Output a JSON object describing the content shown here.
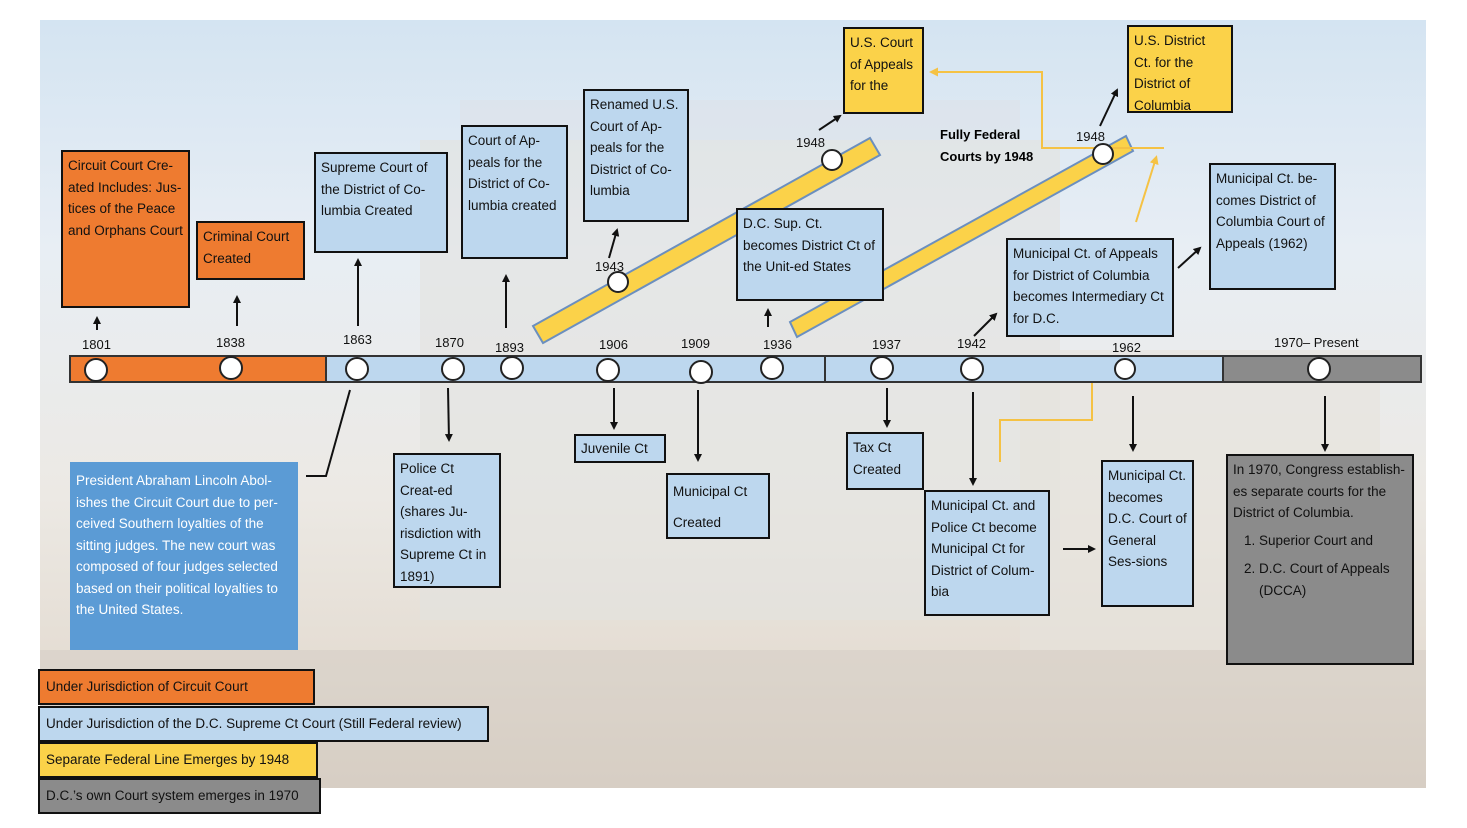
{
  "timeline": {
    "years": {
      "y1801": "1801",
      "y1838": "1838",
      "y1863": "1863",
      "y1870": "1870",
      "y1893": "1893",
      "y1906": "1906",
      "y1909": "1909",
      "y1936": "1936",
      "y1937": "1937",
      "y1942": "1942",
      "y1962": "1962",
      "y1970": "1970– Present",
      "y1943": "1943",
      "y1948a": "1948",
      "y1948b": "1948"
    }
  },
  "events": {
    "circuit_court": "Circuit Court Cre-ated Includes: Jus-tices of the Peace and Orphans Court",
    "criminal_court": "Criminal Court Created",
    "supreme_court": "Supreme Court of the District of Co-lumbia Created",
    "court_of_appeals": "Court of Ap-peals for the District of Co-lumbia created",
    "renamed": "Renamed U.S. Court of Ap-peals for the District of Co-lumbia",
    "us_court_appeals": "U.S. Court of Appeals for the",
    "us_district": "U.S. District Ct. for the District of Columbia",
    "dc_sup_ct": "D.C. Sup. Ct. becomes District Ct of the Unit-ed States",
    "muni_appeals_intermediary": "Municipal Ct. of Appeals for District of Columbia becomes Intermediary Ct for D.C.",
    "muni_dcca_1962": "Municipal Ct. be-comes District of Columbia Court of Appeals (1962)",
    "lincoln": "President Abraham Lincoln Abol-ishes the Circuit Court due to per-ceived Southern loyalties of the sitting judges. The new court was composed of four judges selected based on their political loyalties to the United States.",
    "police_ct": "Police Ct Creat-ed (shares Ju-risdiction with Supreme Ct in 1891)",
    "juvenile_ct": "Juvenile Ct",
    "municipal_ct_1": "Municipal Ct",
    "municipal_ct_2": "Created",
    "tax_ct": "Tax Ct Created",
    "muni_police": "Municipal Ct. and Police Ct become Municipal Ct for District of Colum-bia",
    "general_sessions": "Municipal Ct. becomes D.C. Court of General Ses-sions",
    "congress_intro": "In 1970, Congress establish-es separate courts for the District of Columbia.",
    "congress_items": [
      "Superior Court and",
      "D.C. Court of Appeals (DCCA)"
    ],
    "fully_federal_1": "Fully Federal",
    "fully_federal_2": "Courts by 1948"
  },
  "legend": {
    "circuit": "Under Jurisdiction of Circuit Court",
    "supreme": "Under Jurisdiction of the D.C. Supreme Ct Court (Still Federal review)",
    "federal": "Separate Federal Line Emerges by 1948",
    "dc_own": "D.C.’s own Court system emerges in 1970"
  },
  "colors": {
    "orange": "#ee7b30",
    "light_blue": "#bdd7ee",
    "blue": "#5b9bd5",
    "yellow": "#fbd249",
    "gray": "#8b8b8b",
    "arrow_yellow": "#f5c244"
  }
}
